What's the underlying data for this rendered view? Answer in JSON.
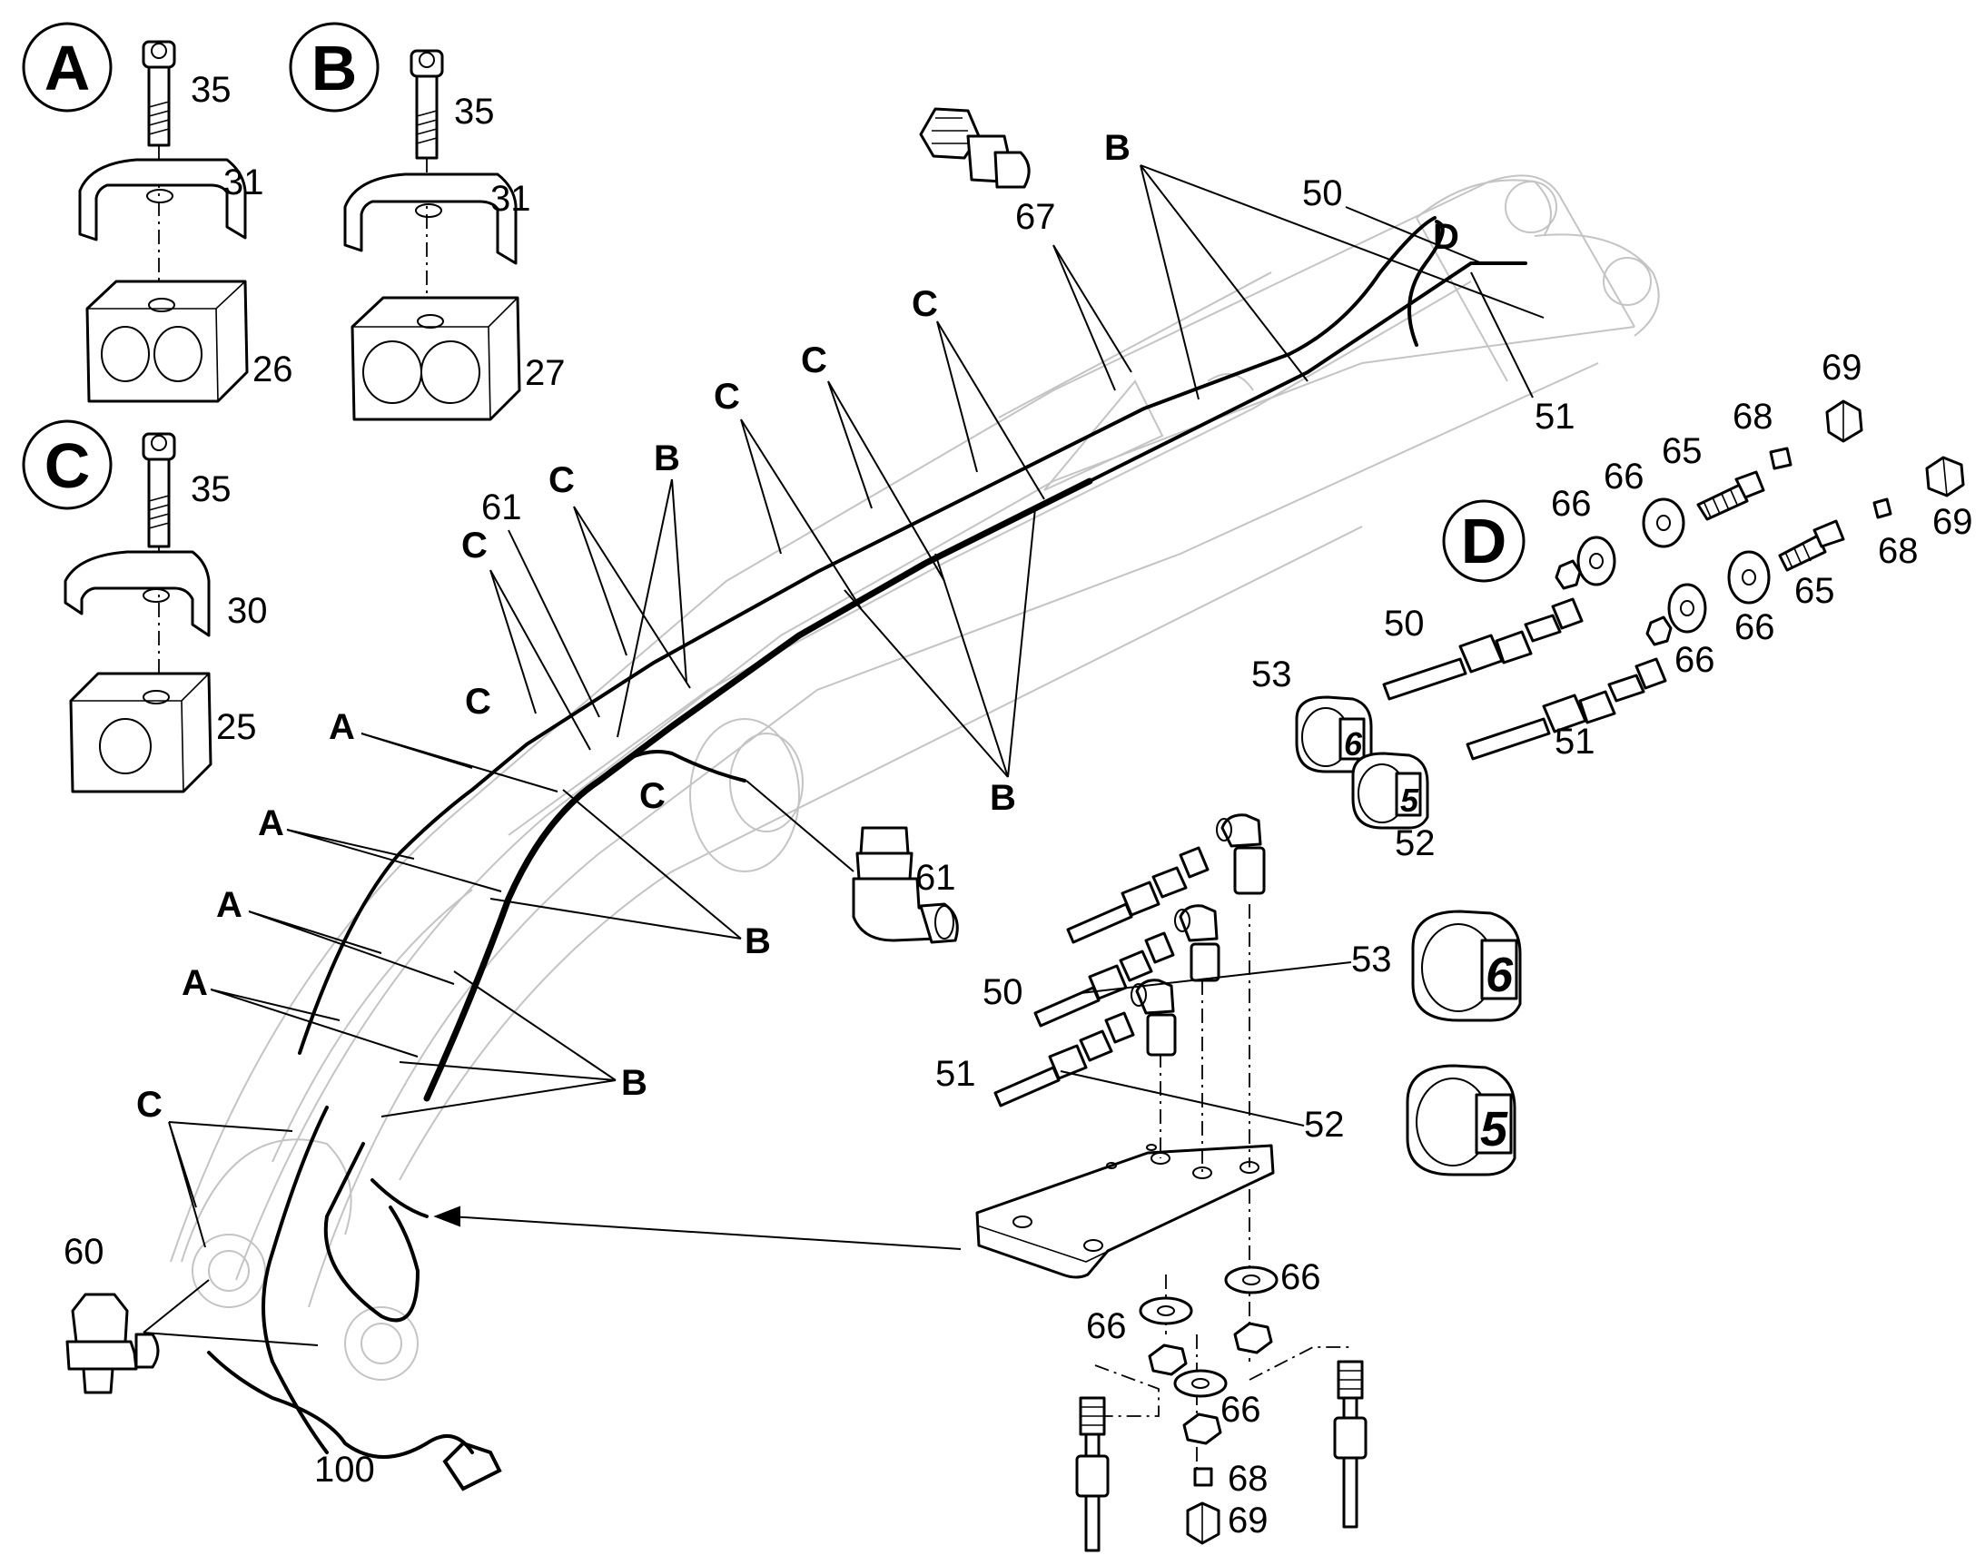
{
  "detail_letters": {
    "a": "A",
    "b": "B",
    "c": "C",
    "d": "D"
  },
  "detail_a": {
    "bolt": "35",
    "cap": "31",
    "block": "26"
  },
  "detail_b": {
    "bolt": "35",
    "cap": "31",
    "block": "27"
  },
  "detail_c": {
    "bolt": "35",
    "cap": "30",
    "block": "25"
  },
  "detail_d": {
    "n69a": "69",
    "n68a": "68",
    "n66a": "66",
    "n65a": "65",
    "n66b": "66",
    "n69b": "69",
    "n68b": "68",
    "n65b": "65",
    "n66c": "66",
    "n66d": "66",
    "n50": "50",
    "n51": "51",
    "n53": "53",
    "n52": "52",
    "marker6": "6",
    "marker5": "5"
  },
  "boom_callouts": {
    "b_top": "B",
    "n50": "50",
    "d_end": "D",
    "n67": "67",
    "n51": "51",
    "c1": "C",
    "c2": "C",
    "c3": "C",
    "c4": "C",
    "c5": "C",
    "c6": "C",
    "c7": "C",
    "c8": "C",
    "b_mid": "B",
    "b_right": "B",
    "b_lower": "B",
    "b_bottom": "B",
    "n61_top": "61",
    "n61": "61",
    "a1": "A",
    "a2": "A",
    "a3": "A",
    "a4": "A",
    "n60": "60",
    "n100": "100"
  },
  "plate_detail": {
    "n50": "50",
    "n53": "53",
    "n51": "51",
    "n52": "52",
    "n66_left": "66",
    "n66_right": "66",
    "n66_bottom": "66",
    "n68": "68",
    "n69": "69",
    "marker6": "6",
    "marker5": "5"
  }
}
